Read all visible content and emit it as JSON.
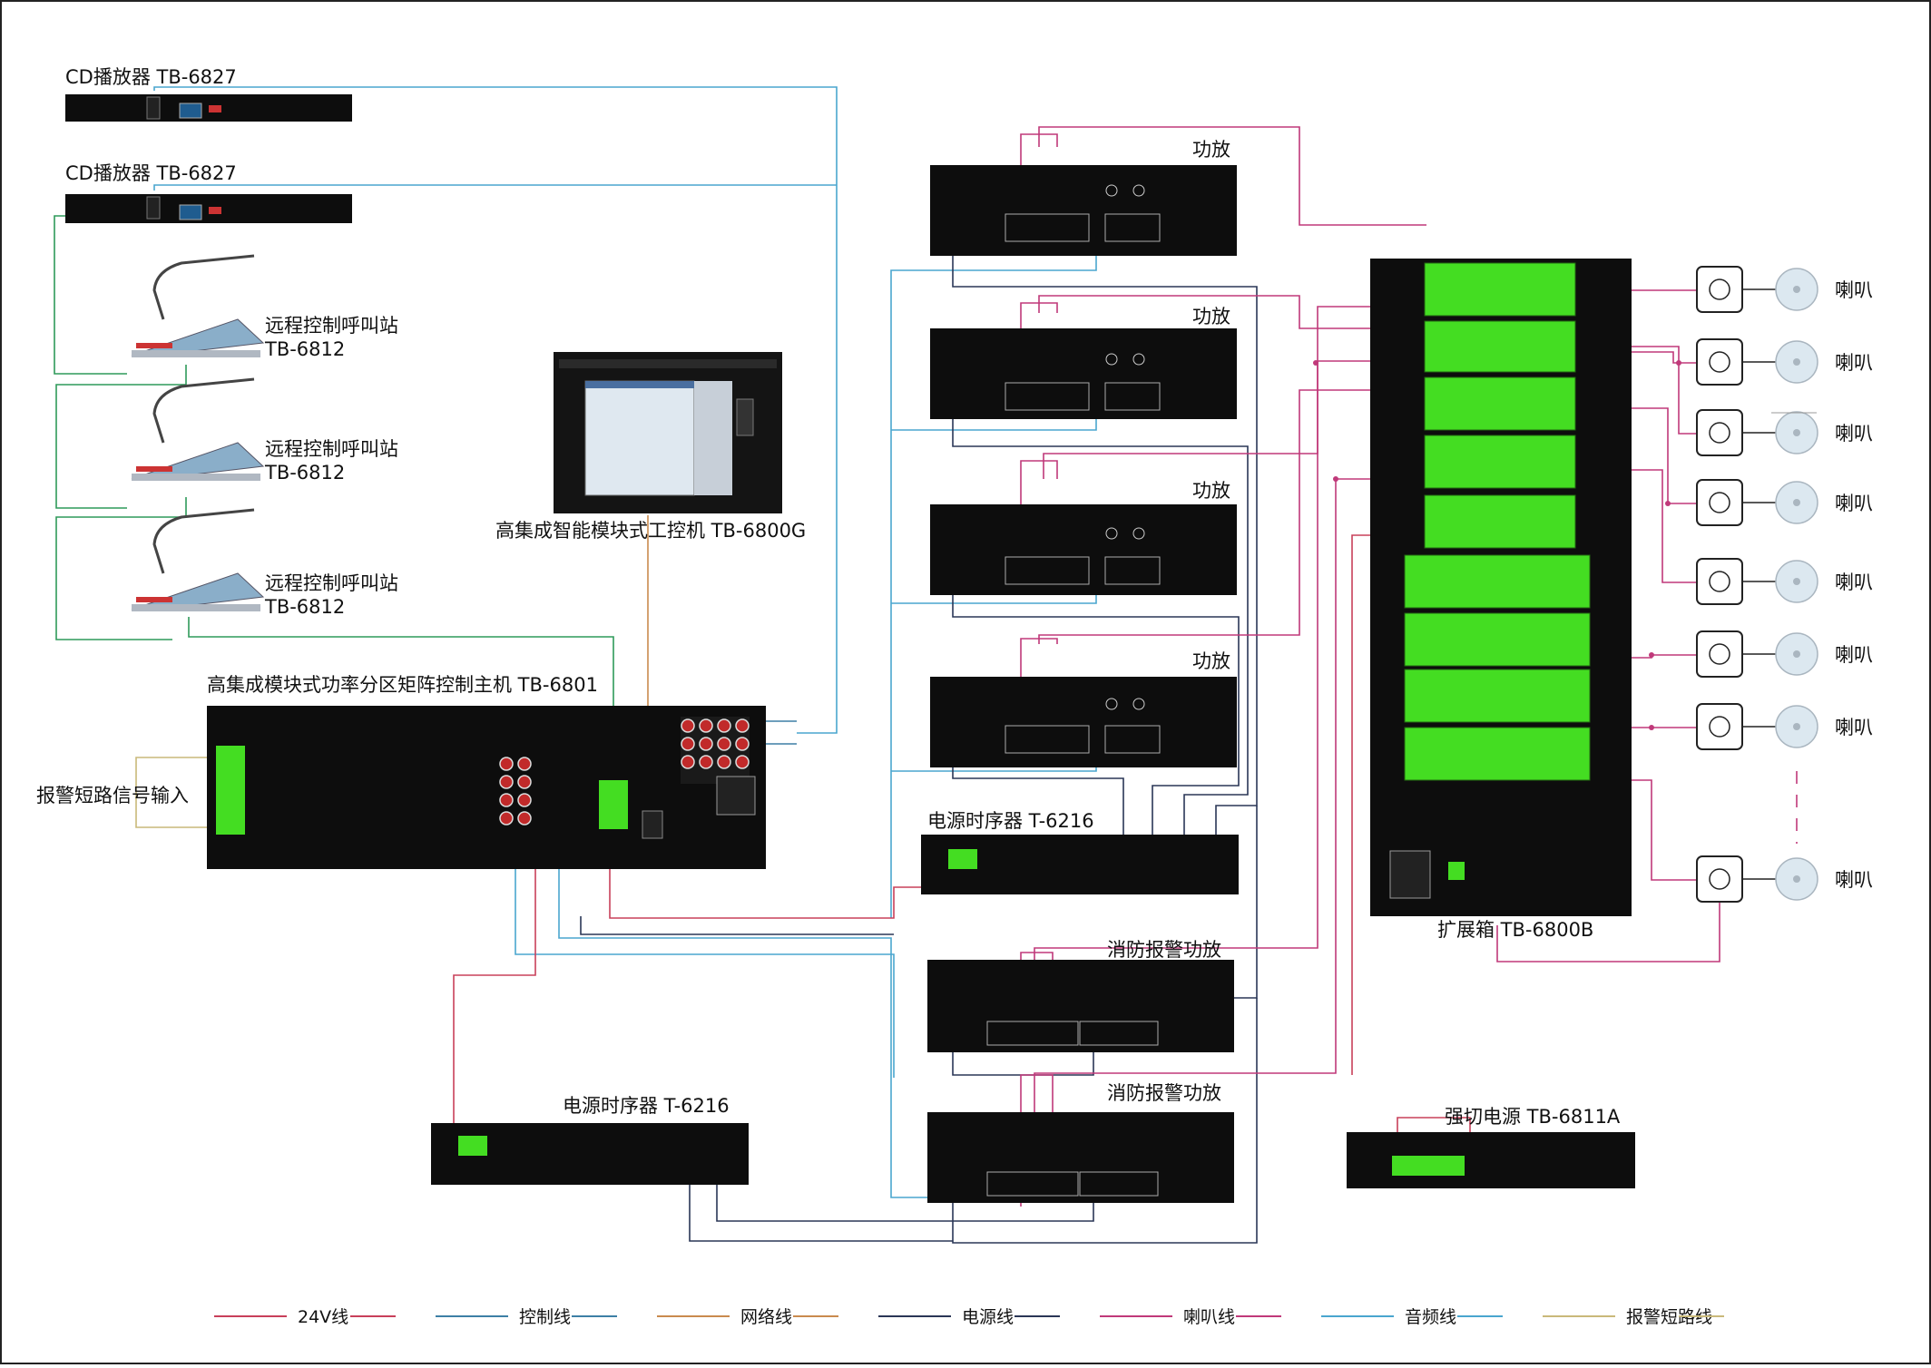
{
  "colors": {
    "line_24v": "#c8405a",
    "line_control": "#3d7fa6",
    "line_network": "#c98a4e",
    "line_power": "#2a3656",
    "line_speaker": "#c0397a",
    "line_audio": "#4aa6cf",
    "line_alarm": "#c9b97a",
    "device": "#0d0d0d",
    "green": "#44dd22"
  },
  "labels": {
    "cd1": "CD播放器 TB-6827",
    "cd2": "CD播放器 TB-6827",
    "call1_a": "远程控制呼叫站",
    "call1_b": "TB-6812",
    "call2_a": "远程控制呼叫站",
    "call2_b": "TB-6812",
    "call3_a": "远程控制呼叫站",
    "call3_b": "TB-6812",
    "pc": "高集成智能模块式工控机 TB-6800G",
    "host": "高集成模块式功率分区矩阵控制主机 TB-6801",
    "alarm_input": "报警短路信号输入",
    "amp1": "功放",
    "amp2": "功放",
    "amp3": "功放",
    "amp4": "功放",
    "seq1": "电源时序器 T-6216",
    "seq2": "电源时序器 T-6216",
    "fire1": "消防报警功放",
    "fire2": "消防报警功放",
    "expansion": "扩展箱 TB-6800B",
    "force_power": "强切电源  TB-6811A",
    "speaker": "喇叭"
  },
  "speakers": [
    "喇叭",
    "喇叭",
    "喇叭",
    "喇叭",
    "喇叭",
    "喇叭",
    "喇叭",
    "喇叭"
  ],
  "legend": [
    {
      "label": "24V线",
      "color": "#c8405a"
    },
    {
      "label": "控制线",
      "color": "#3d7fa6"
    },
    {
      "label": "网络线",
      "color": "#c98a4e"
    },
    {
      "label": "电源线",
      "color": "#2a3656"
    },
    {
      "label": "喇叭线",
      "color": "#c0397a"
    },
    {
      "label": "音频线",
      "color": "#4aa6cf"
    },
    {
      "label": "报警短路线",
      "color": "#c9b97a"
    }
  ]
}
